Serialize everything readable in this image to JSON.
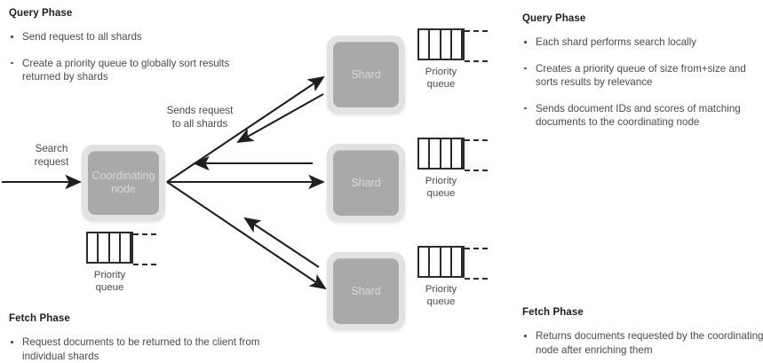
{
  "panels": {
    "left_query": {
      "title": "Query Phase",
      "bullets": [
        "Send request to all shards",
        "Create a priority queue to globally sort results returned by shards"
      ]
    },
    "right_query": {
      "title": "Query Phase",
      "bullets": [
        "Each shard performs search locally",
        "Creates a priority queue of size from+size and sorts results by relevance",
        "Sends document IDs and scores of matching documents to the coordinating node"
      ]
    },
    "left_fetch": {
      "title": "Fetch Phase",
      "bullets": [
        "Request documents to be returned to the client from individual shards"
      ]
    },
    "right_fetch": {
      "title": "Fetch Phase",
      "bullets": [
        "Returns documents requested by the coordinating node after enriching them"
      ]
    }
  },
  "diagram": {
    "coordinating_node_label": "Coordinating\nnode",
    "shard_label": "Shard",
    "shards": [
      "Shard",
      "Shard",
      "Shard"
    ],
    "search_request_label": "Search\nrequest",
    "sends_request_label": "Sends request\nto all shards",
    "priority_queue_label": "Priority\nqueue",
    "priority_queue_cells": 4,
    "priority_queues": [
      "Priority\nqueue",
      "Priority\nqueue",
      "Priority\nqueue",
      "Priority\nqueue"
    ],
    "colors": {
      "node_outer": "#e2e2e2",
      "node_inner": "#a9a9a9",
      "node_text": "#d8d8d8",
      "arrow": "#1f1f1f",
      "queue_stroke": "#2b2b2b",
      "body_text": "#4a4a4a",
      "title_text": "#1d1d1d",
      "background": "#ffffff"
    }
  }
}
